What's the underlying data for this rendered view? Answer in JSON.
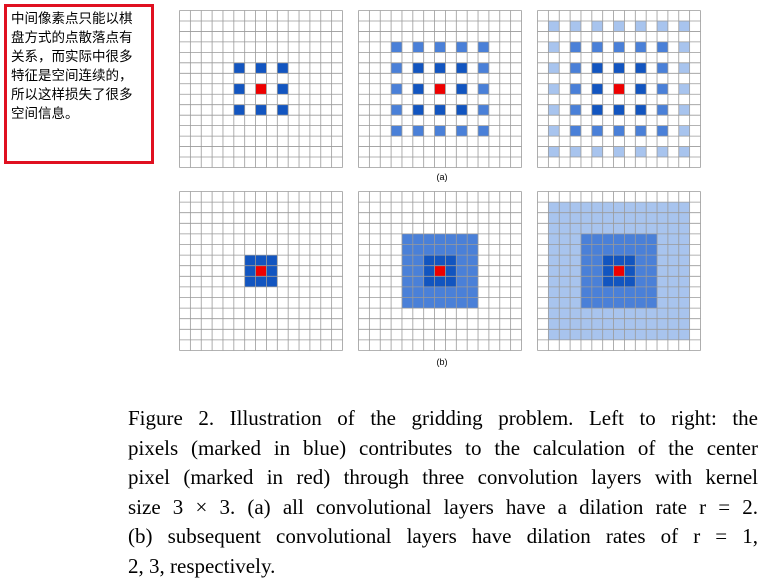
{
  "note": {
    "text": "中间像素点只能以棋\n盘方式的点散落点有\n关系，而实际中很多\n特征是空间连续的，\n所以这样损失了很多\n空间信息。"
  },
  "figure": {
    "label_a": "(a)",
    "label_b": "(b)",
    "colors": {
      "center": "#ee0000",
      "layer1": "#1255c0",
      "layer2": "#4a80d8",
      "layer3": "#a8c4ee",
      "grid_line": "#9a9a9a",
      "background": "#ffffff"
    },
    "grid_size": 15,
    "row_a": [
      {
        "name": "a-layer-1",
        "dilations": [
          2
        ]
      },
      {
        "name": "a-layer-2",
        "dilations": [
          2,
          2
        ]
      },
      {
        "name": "a-layer-3",
        "dilations": [
          2,
          2,
          2
        ]
      }
    ],
    "row_b": [
      {
        "name": "b-layer-1",
        "dilations": [
          1
        ]
      },
      {
        "name": "b-layer-2",
        "dilations": [
          1,
          2
        ]
      },
      {
        "name": "b-layer-3",
        "dilations": [
          1,
          2,
          3
        ]
      }
    ]
  },
  "caption": {
    "lines": [
      "Figure 2. Illustration of the gridding problem.  Left to right: the",
      "pixels (marked in blue) contributes to the calculation of the center",
      "pixel (marked in red) through three convolution layers with kernel",
      "size 3 × 3. (a) all convolutional layers have a dilation rate r = 2.",
      "(b) subsequent convolutional layers have dilation rates of r = 1,",
      "2, 3, respectively."
    ]
  }
}
